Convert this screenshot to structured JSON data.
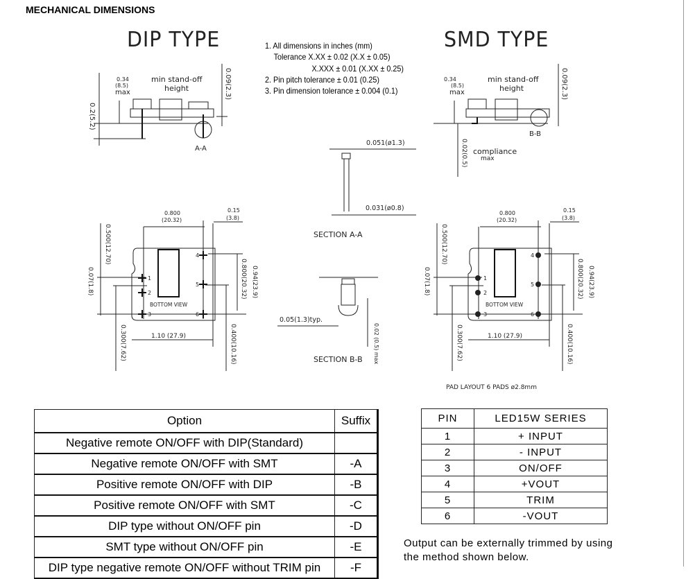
{
  "header": {
    "title": "MECHANICAL DIMENSIONS"
  },
  "dip": {
    "title": "DIP TYPE",
    "side": {
      "h_total": "0.2(5.2)",
      "standoff_in": "0.34",
      "standoff_mm": "(8.5)",
      "standoff_max": "max",
      "standoff_label_1": "min stand-off",
      "standoff_label_2": "height",
      "pin_len": "0.09(2.3)",
      "section": "A-A"
    },
    "bottom": {
      "width_in": "0.800",
      "width_mm": "(20.32)",
      "edge_in": "0.15",
      "edge_mm": "(3.8)",
      "pin1_off": "0.500(12.70)",
      "pin2_off": "0.07(1.8)",
      "pin3_off": "0.300(7.62)",
      "pin46": "0.800(20.32)",
      "height": "0.94(23.9)",
      "pin5_off": "0.400(10.16)",
      "length": "1.10 (27.9)",
      "view": "BOTTOM VIEW",
      "pins": [
        "1",
        "2",
        "3",
        "4",
        "5",
        "6"
      ]
    }
  },
  "notes": [
    "1. All dimensions in inches (mm)",
    "Tolerance X.XX ± 0.02 (X.X ± 0.05)",
    "X.XXX ± 0.01 (X.XX ± 0.25)",
    "2. Pin pitch tolerance ± 0.01 (0.25)",
    "3. Pin dimension tolerance ± 0.004 (0.1)"
  ],
  "sections": {
    "a_top": "0.051(ø1.3)",
    "a_bottom": "0.031(ø0.8)",
    "a_label": "SECTION A-A",
    "b_width": "0.05(1.3)typ.",
    "b_depth": "0.02 (0.5) max",
    "b_label": "SECTION B-B"
  },
  "smd": {
    "title": "SMD TYPE",
    "side": {
      "standoff_in": "0.34",
      "standoff_mm": "(8.5)",
      "standoff_max": "max",
      "standoff_label_1": "min stand-off",
      "standoff_label_2": "height",
      "pin_len": "0.09(2.3)",
      "section": "B-B",
      "compliance": "0.02(0.5)",
      "compliance_label_1": "compliance",
      "compliance_label_2": "max"
    },
    "bottom": {
      "width_in": "0.800",
      "width_mm": "(20.32)",
      "edge_in": "0.15",
      "edge_mm": "(3.8)",
      "pin1_off": "0.500(12.70)",
      "pin2_off": "0.07(1.8)",
      "pin3_off": "0.300(7.62)",
      "pin46": "0.800(20.32)",
      "height": "0.94(23.9)",
      "pin5_off": "0.400(10.16)",
      "length": "1.10 (27.9)",
      "view": "BOTTOM VIEW",
      "pins": [
        "1",
        "2",
        "3",
        "4",
        "5",
        "6"
      ]
    },
    "pad_layout": "PAD LAYOUT 6 PADS ø2.8mm"
  },
  "options_table": {
    "headers": [
      "Option",
      "Suffix"
    ],
    "rows": [
      [
        "Negative remote ON/OFF with DIP(Standard)",
        ""
      ],
      [
        "Negative remote ON/OFF with SMT",
        "-A"
      ],
      [
        "Positive remote ON/OFF with DIP",
        "-B"
      ],
      [
        "Positive remote ON/OFF with SMT",
        "-C"
      ],
      [
        "DIP type without ON/OFF pin",
        "-D"
      ],
      [
        "SMT type without ON/OFF pin",
        "-E"
      ],
      [
        "DIP type negative remote ON/OFF without TRIM pin",
        "-F"
      ]
    ]
  },
  "pin_table": {
    "headers": [
      "PIN",
      "LED15W SERIES"
    ],
    "rows": [
      [
        "1",
        "+ INPUT"
      ],
      [
        "2",
        "- INPUT"
      ],
      [
        "3",
        "ON/OFF"
      ],
      [
        "4",
        "+VOUT"
      ],
      [
        "5",
        "TRIM"
      ],
      [
        "6",
        "-VOUT"
      ]
    ]
  },
  "trim_note": [
    "Output can be externally trimmed by using",
    "the method shown below."
  ]
}
